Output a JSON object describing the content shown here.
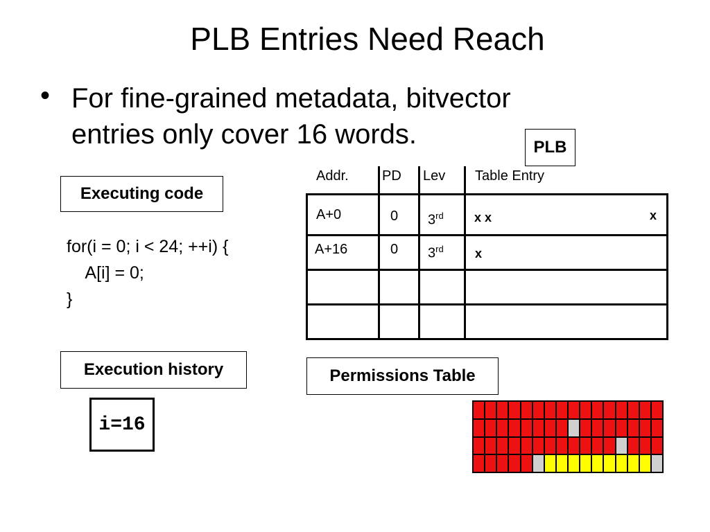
{
  "slide": {
    "title": "PLB Entries Need Reach",
    "bullet": "For fine-grained metadata, bitvector entries only cover 16 words."
  },
  "labels": {
    "plb": "PLB",
    "executing_code": "Executing code",
    "execution_history": "Execution history",
    "permissions_table": "Permissions Table"
  },
  "code": {
    "line1": "for(i = 0; i < 24; ++i) {",
    "line2": "    A[i] = 0;",
    "line3": "}"
  },
  "history": {
    "counter": "i=16"
  },
  "plb_table": {
    "headers": [
      "Addr.",
      "PD",
      "Lev",
      "Table Entry"
    ],
    "rows": [
      {
        "addr": "A+0",
        "pd": "0",
        "lev": "3",
        "lev_sup": "rd",
        "entry_left": "x x",
        "entry_right": "x"
      },
      {
        "addr": "A+16",
        "pd": "0",
        "lev": "3",
        "lev_sup": "rd",
        "entry_left": "x",
        "entry_right": ""
      },
      {
        "addr": "",
        "pd": "",
        "lev": "",
        "lev_sup": "",
        "entry_left": "",
        "entry_right": ""
      },
      {
        "addr": "",
        "pd": "",
        "lev": "",
        "lev_sup": "",
        "entry_left": "",
        "entry_right": ""
      }
    ]
  },
  "permissions_grid": {
    "colors": {
      "R": "#ee1111",
      "G": "#d0d0d0",
      "Y": "#ffff00"
    },
    "rows": [
      "RRRRRRRRRRRRRRRR",
      "RRRRRRRRGRRRRRRR",
      "RRRRRRRRRRRRGRRR",
      "RRRRRGYYYYYYYYYG"
    ]
  }
}
